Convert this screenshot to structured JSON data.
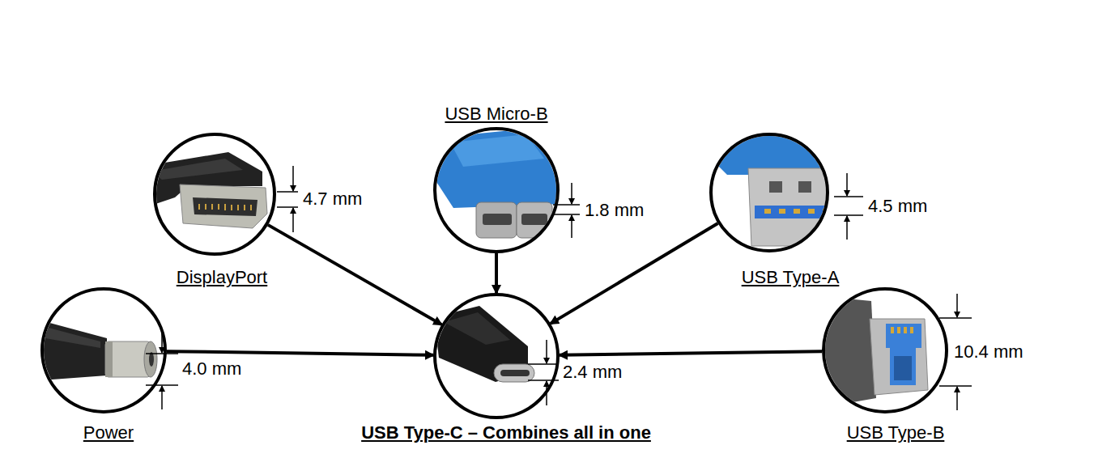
{
  "diagram": {
    "nodes": [
      {
        "text": [
          "DisplayPort"
        ]
      },
      {
        "text": [
          "USB Micro-B"
        ]
      },
      {
        "text": [
          "USB Type-A"
        ]
      },
      {
        "text": [
          "Power"
        ]
      },
      {
        "text": [
          "USB Type-C – Combines all in one"
        ]
      },
      {
        "text": [
          "USB Type-B"
        ]
      }
    ],
    "edges": [
      {
        "from": 0,
        "to": 4,
        "arrow": "to"
      },
      {
        "from": 1,
        "to": 4,
        "arrow": "to"
      },
      {
        "from": 2,
        "to": 4,
        "arrow": "to"
      },
      {
        "from": 3,
        "to": 4,
        "arrow": "to"
      },
      {
        "from": 5,
        "to": 4,
        "arrow": "to"
      }
    ],
    "labels": [
      "4.7 mm",
      "1.8 mm",
      "4.5 mm",
      "4.0 mm",
      "2.4 mm",
      "10.4 mm"
    ]
  }
}
